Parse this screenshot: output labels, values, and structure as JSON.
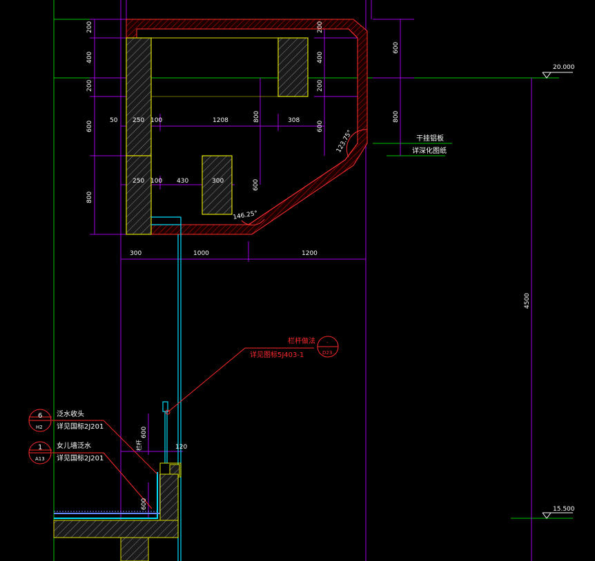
{
  "colors": {
    "background": "#000000",
    "grid_green": "#00c800",
    "dim_purple": "#a000e0",
    "wall_yellow": "#e0e000",
    "hatch_red": "#c00000",
    "leader_red": "#ff2a2a",
    "pipe_cyan": "#00e0ff"
  },
  "dims_left": [
    "200",
    "400",
    "200",
    "600",
    "800"
  ],
  "dims_mid_right": [
    "200",
    "400",
    "200",
    "600"
  ],
  "dims_far_right": [
    "600",
    "800"
  ],
  "dims_upper_row": [
    "50",
    "250",
    "100",
    "1208",
    "800",
    "308"
  ],
  "dims_lower_row": [
    "250",
    "100",
    "430",
    "300",
    "600"
  ],
  "dims_bottom_row": [
    "300",
    "1000",
    "1200"
  ],
  "angle_upper": "123.75°",
  "angle_lower": "146.25°",
  "elevation_top": "20.000",
  "elevation_bottom": "15.500",
  "height_dim": "4500",
  "note_cladding_line1": "干挂铝板",
  "note_cladding_line2": "详深化图纸",
  "railing_title": "栏杆做法",
  "railing_ref": "详见图标5J403-1",
  "railing_circle_top": "-",
  "railing_circle_bottom": "D23",
  "callout1_num": "6",
  "callout1_sheet": "H2",
  "callout1_title": "泛水收头",
  "callout1_ref": "详见国标2J201",
  "callout2_num": "1",
  "callout2_sheet": "A13",
  "callout2_title": "女儿墙泛水",
  "callout2_ref": "详见国标2J201",
  "parapet_dim_vertical": "600",
  "parapet_dim_small": "120",
  "parapet_dim_bottom": "600",
  "parapet_side_label": "栏杆"
}
